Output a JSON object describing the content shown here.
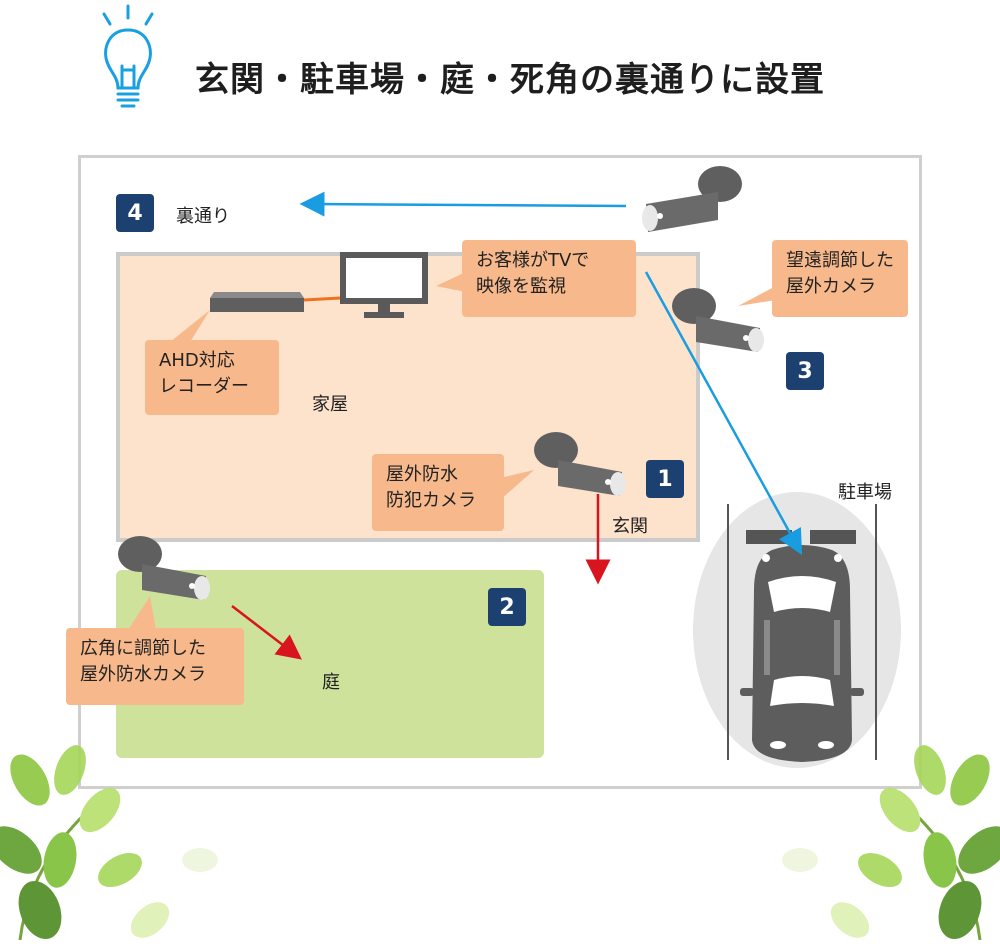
{
  "title": "玄関・駐車場・庭・死角の裏通りに設置",
  "areas": {
    "house": "家屋",
    "garden": "庭",
    "entrance": "玄関",
    "parking": "駐車場",
    "back_street": "裏通り"
  },
  "numbers": [
    "1",
    "2",
    "3",
    "4"
  ],
  "bubbles": {
    "recorder": [
      "AHD対応",
      "レコーダー"
    ],
    "tv": [
      "お客様がTVで",
      "映像を監視"
    ],
    "telephoto": [
      "望遠調節した",
      "屋外カメラ"
    ],
    "waterproof": [
      "屋外防水",
      "防犯カメラ"
    ],
    "wide": [
      "広角に調節した",
      "屋外防水カメラ"
    ]
  },
  "colors": {
    "navy_badge": "#1c4170",
    "bubble": "#f7b98c",
    "house": "#fde2cc",
    "garden": "#cfe29c",
    "blue_arrow": "#1a9de0",
    "red_arrow": "#d8141e",
    "camera": "#5f5f5f"
  },
  "icons": [
    "light-bulb-icon",
    "camera-icon",
    "monitor-icon",
    "recorder-icon",
    "car-icon",
    "leaf-icon"
  ]
}
